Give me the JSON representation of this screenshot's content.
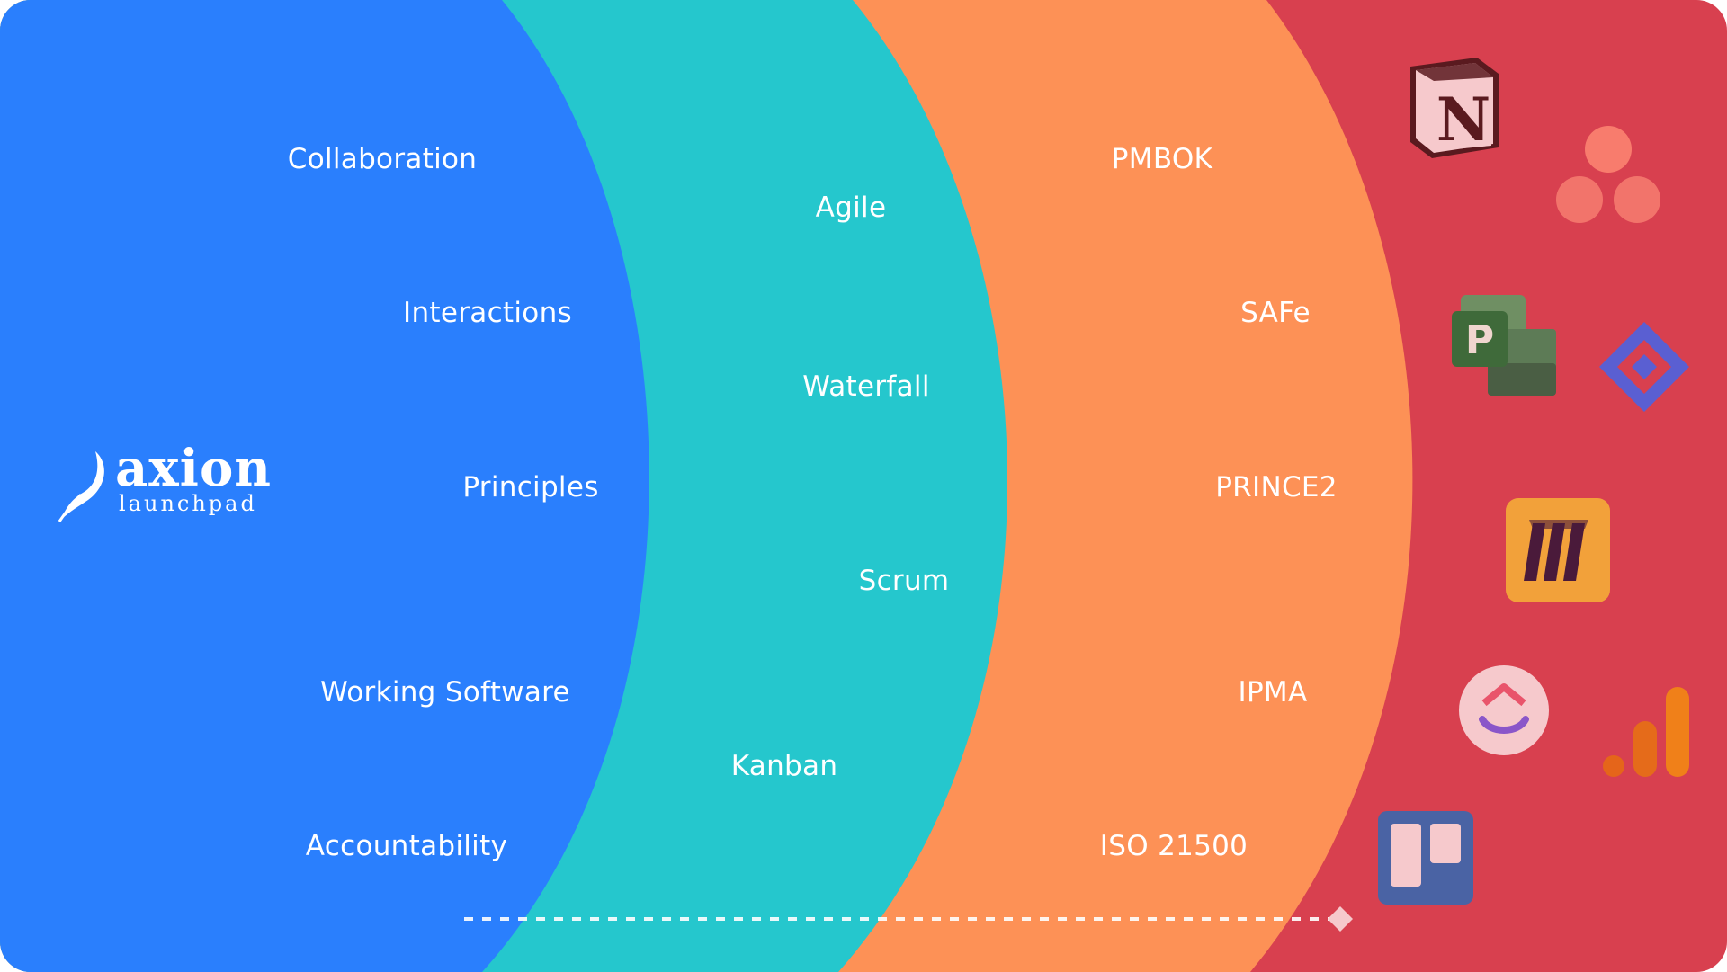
{
  "logo": {
    "name": "axion",
    "tagline": "launchpad"
  },
  "colors": {
    "blue": "#2a7ffd",
    "teal": "#25c7cd",
    "orange": "#fd9156",
    "red": "#d8404f"
  },
  "bands": {
    "blue": [
      {
        "text": "Collaboration"
      },
      {
        "text": "Interactions"
      },
      {
        "text": "Principles"
      },
      {
        "text": "Working Software"
      },
      {
        "text": "Accountability"
      }
    ],
    "teal": [
      {
        "text": "Agile"
      },
      {
        "text": "Waterfall"
      },
      {
        "text": "Scrum"
      },
      {
        "text": "Kanban"
      }
    ],
    "orange": [
      {
        "text": "PMBOK"
      },
      {
        "text": "SAFe"
      },
      {
        "text": "PRINCE2"
      },
      {
        "text": "IPMA"
      },
      {
        "text": "ISO 21500"
      }
    ]
  },
  "tool_icons": [
    "notion-icon",
    "asana-icon",
    "ms-project-icon",
    "jira-icon",
    "miro-icon",
    "clickup-icon",
    "google-analytics-icon",
    "trello-icon"
  ]
}
